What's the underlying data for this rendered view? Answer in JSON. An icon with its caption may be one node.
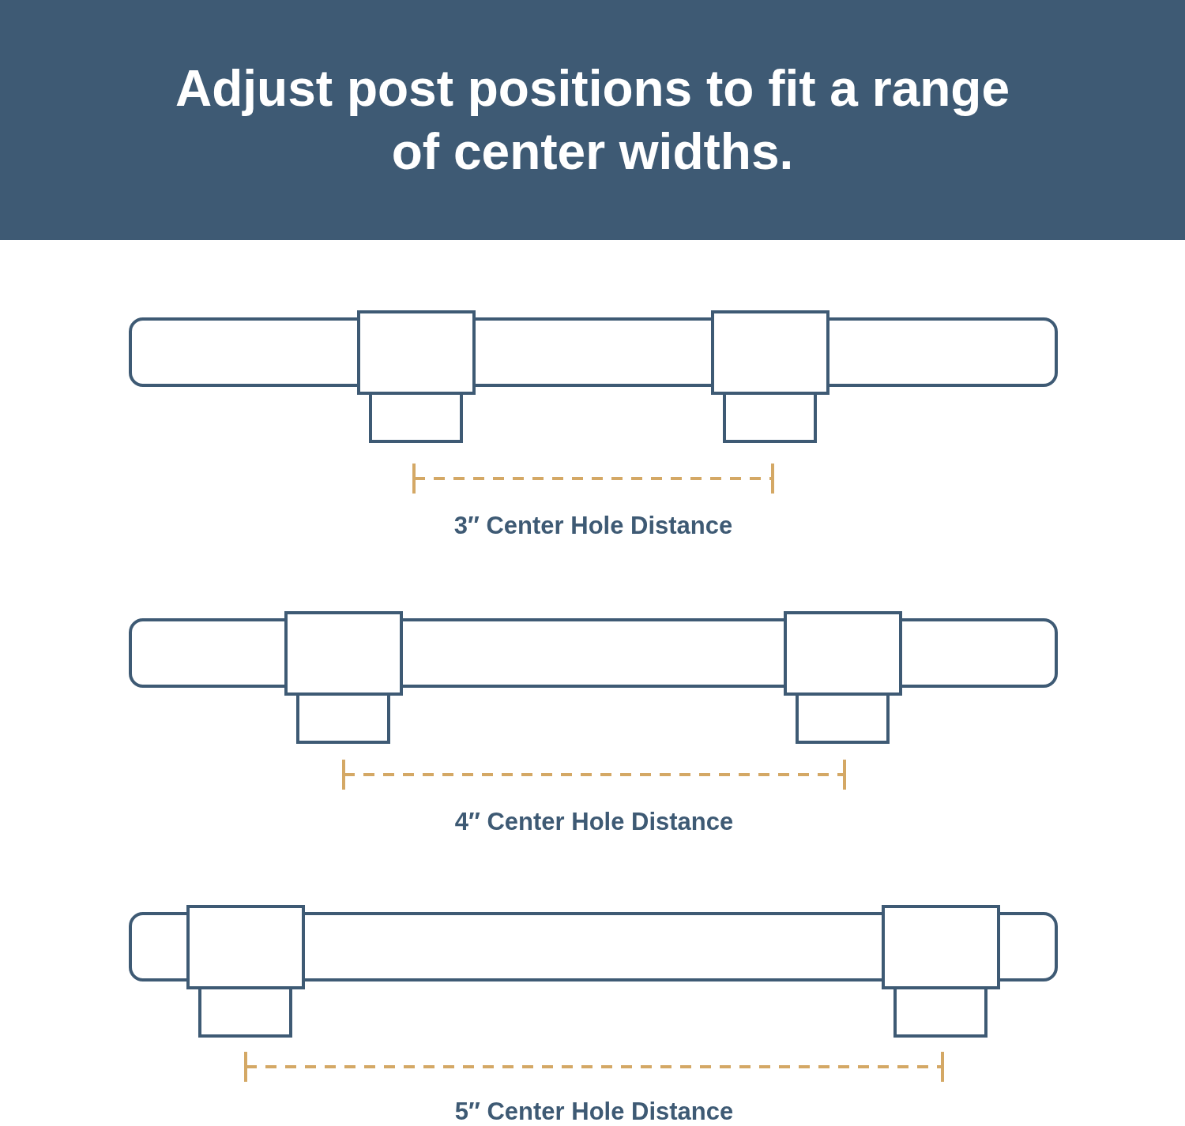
{
  "diagram": {
    "title": "Adjust post positions to fit a range of center widths.",
    "labels": [
      "3″ Center Hole Distance",
      "4″ Center Hole Distance",
      "5″ Center Hole Distance"
    ]
  }
}
